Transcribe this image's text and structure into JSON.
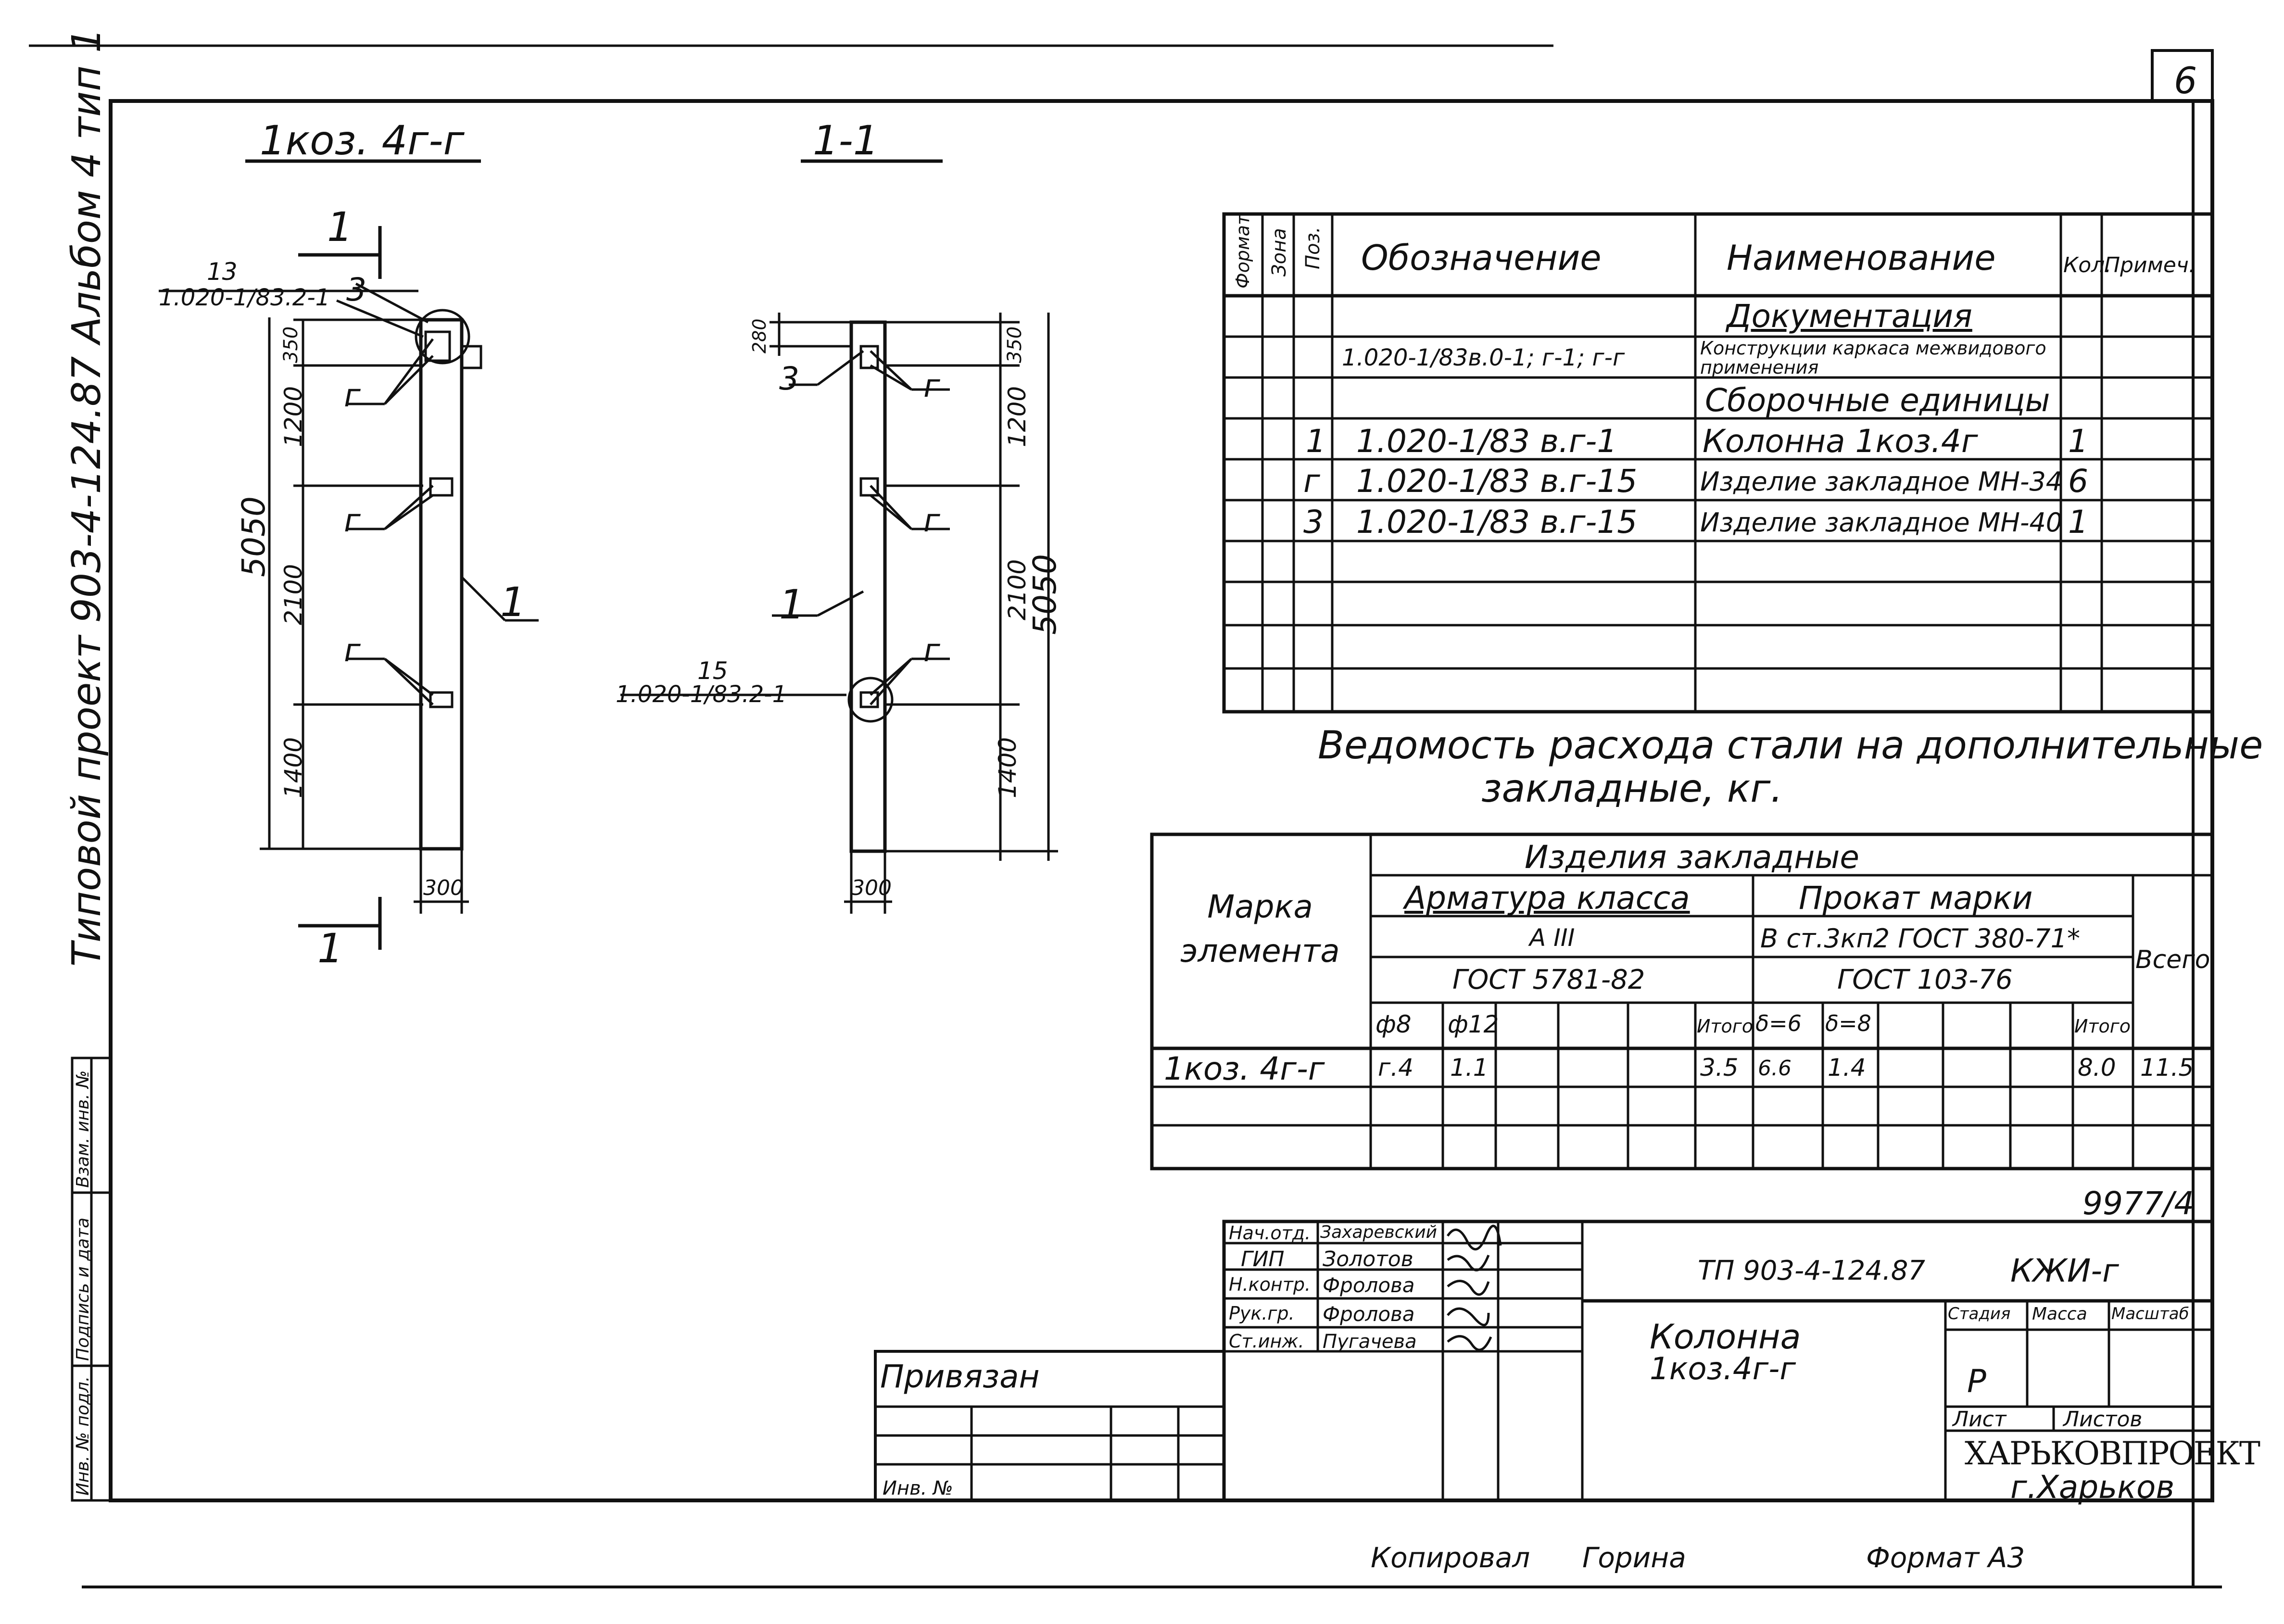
{
  "sheet": {
    "number": "6",
    "side_title": "Типовой проект 903-4-124.87   Альбом 4   тип 1",
    "doc_id": "9977/4"
  },
  "views": {
    "elevation_title": "1коз. 4г-г",
    "section_title": "1-1",
    "section_mark": "1",
    "elev": {
      "note_num": "13",
      "note_ref": "1.020-1/83.2-1",
      "pos3": "3",
      "pos2": "г",
      "pos1": "1",
      "dim_total": "5050",
      "dim_a": "350",
      "dim_b": "1200",
      "dim_c": "2100",
      "dim_d": "1400",
      "dim_w": "300"
    },
    "sect": {
      "note_num": "15",
      "note_ref": "1.020-1/83.2-1",
      "pos3": "3",
      "pos2": "г",
      "pos1": "1",
      "dim_top": "280",
      "dim_a": "350",
      "dim_b": "1200",
      "dim_c": "2100",
      "dim_total": "5050",
      "dim_d": "1400",
      "dim_w": "300"
    }
  },
  "spec": {
    "headers": [
      "Формат",
      "Зона",
      "Поз.",
      "Обозначение",
      "Наименование",
      "Кол.",
      "Примеч."
    ],
    "rows": [
      {
        "pos": "",
        "designation": "",
        "name": "Документация"
      },
      {
        "pos": "",
        "designation": "1.020-1/83в.0-1; г-1; г-г",
        "name": "Конструкции каркаса межвидового применения"
      },
      {
        "pos": "",
        "designation": "",
        "name": "Сборочные единицы"
      },
      {
        "pos": "1",
        "designation": "1.020-1/83 в.г-1",
        "name": "Колонна 1коз.4г",
        "qty": "1"
      },
      {
        "pos": "г",
        "designation": "1.020-1/83 в.г-15",
        "name": "Изделие закладное МН-34",
        "qty": "6"
      },
      {
        "pos": "3",
        "designation": "1.020-1/83 в.г-15",
        "name": "Изделие закладное МН-40",
        "qty": "1"
      }
    ]
  },
  "steel": {
    "caption_line1": "Ведомость расхода стали на дополнительные",
    "caption_line2": "закладные, кг.",
    "h_mark": "Марка элемента",
    "h_embedded": "Изделия закладные",
    "h_rebar": "Арматура класса",
    "h_rebar_class": "А III",
    "h_rebar_gost": "ГОСТ 5781-82",
    "h_rolled": "Прокат марки",
    "h_rolled_grade": "В ст.3кп2 ГОСТ 380-71*",
    "h_rolled_gost": "ГОСТ 103-76",
    "h_total": "Всего",
    "sub": [
      "ф8",
      "ф12",
      "",
      "",
      "",
      "Итого",
      "δ=6",
      "δ=8",
      "",
      "",
      "",
      "Итого"
    ],
    "row_mark": "1коз. 4г-г",
    "row_values": [
      "г.4",
      "1.1",
      "",
      "",
      "",
      "3.5",
      "6.6",
      "1.4",
      "",
      "",
      "",
      "8.0",
      "11.5"
    ]
  },
  "title_block": {
    "roles": [
      "Нач.отд.",
      "ГИП",
      "Н.контр.",
      "Рук.гр.",
      "Ст.инж."
    ],
    "names": [
      "Захаревский",
      "Золотов",
      "Фролова",
      "Фролова",
      "Пугачева"
    ],
    "project": "ТП 903-4-124.87",
    "code": "КЖИ-г",
    "object_line1": "Колонна",
    "object_line2": "1коз.4г-г",
    "stage_h": "Стадия",
    "mass_h": "Масса",
    "scale_h": "Масштаб",
    "stage": "Р",
    "sheet_h": "Лист",
    "sheets_h": "Листов",
    "org": "ХАРЬКОВПРОЕКТ",
    "city": "г.Харьков",
    "linked": "Привязан",
    "inv": "Инв. №"
  },
  "left_stamp": {
    "cells": [
      "Инв. № подл.",
      "Подпись и дата",
      "Взам. инв. №"
    ]
  },
  "footer": {
    "copied": "Копировал",
    "name": "Горина",
    "format": "Формат А3"
  }
}
